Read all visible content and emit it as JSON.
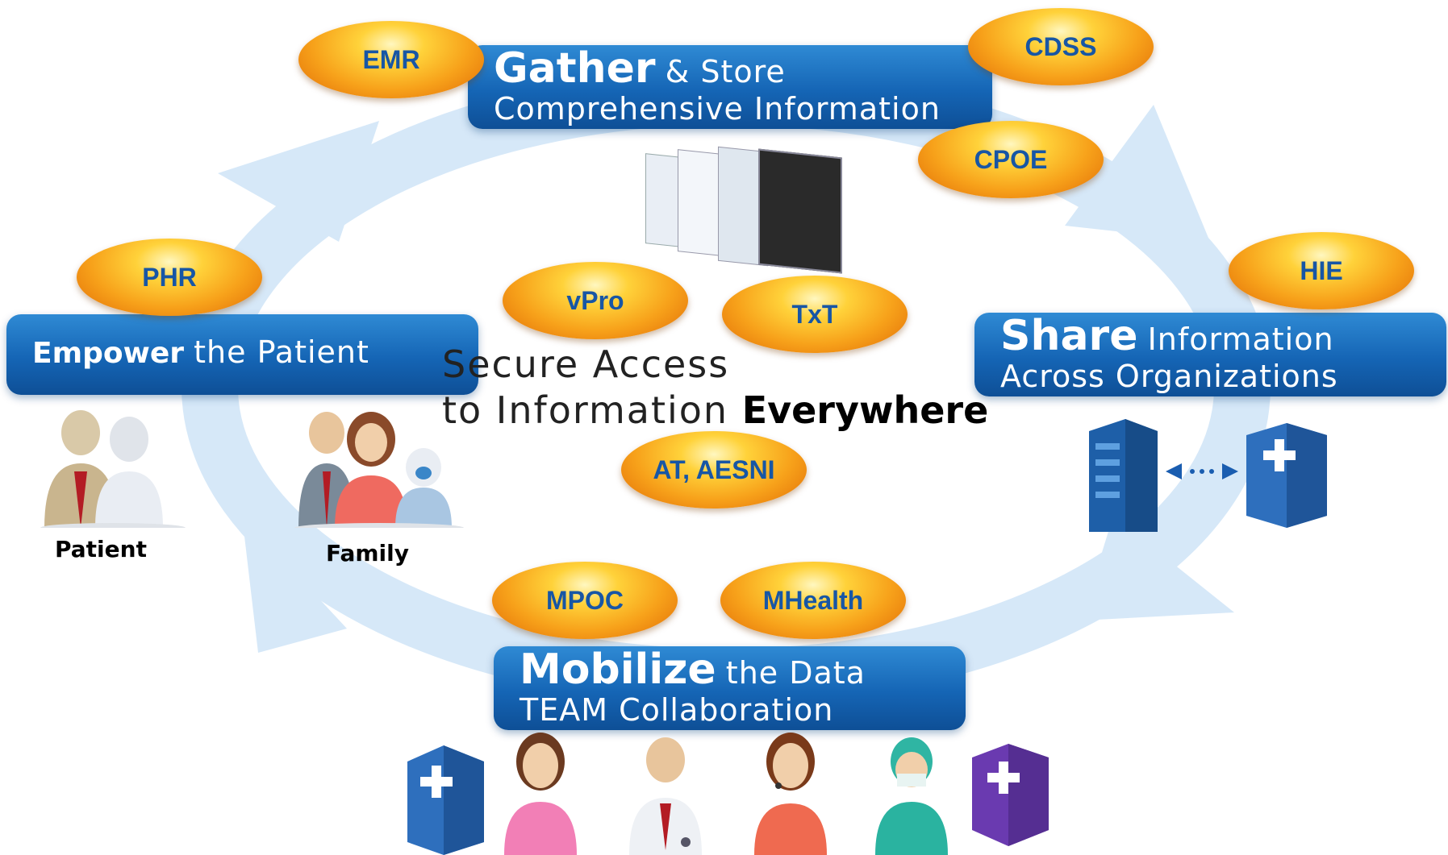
{
  "boxes": {
    "gather": {
      "strong": "Gather",
      "rest": "& Store",
      "line2": "Comprehensive Information"
    },
    "share": {
      "strong": "Share",
      "rest": "Information",
      "line2": "Across Organizations"
    },
    "empower": {
      "strong": "Empower",
      "rest": "the Patient"
    },
    "mobilize": {
      "strong": "Mobilize",
      "rest": "the Data",
      "line2": "TEAM Collaboration"
    }
  },
  "center": {
    "line1": "Secure Access",
    "line2_prefix": "to Information",
    "line2_strong": "Everywhere"
  },
  "pills": {
    "emr": "EMR",
    "cdss": "CDSS",
    "cpoe": "CPOE",
    "hie": "HIE",
    "phr": "PHR",
    "vpro": "vPro",
    "txt": "TxT",
    "at": "AT, AESNI",
    "mpoc": "MPOC",
    "mhealth": "MHealth"
  },
  "captions": {
    "patient": "Patient",
    "family": "Family"
  },
  "colors": {
    "box_blue": "#1565b5",
    "pill_orange": "#f7a11a",
    "pill_text": "#1756a5",
    "arrow": "#cfe4f7"
  }
}
